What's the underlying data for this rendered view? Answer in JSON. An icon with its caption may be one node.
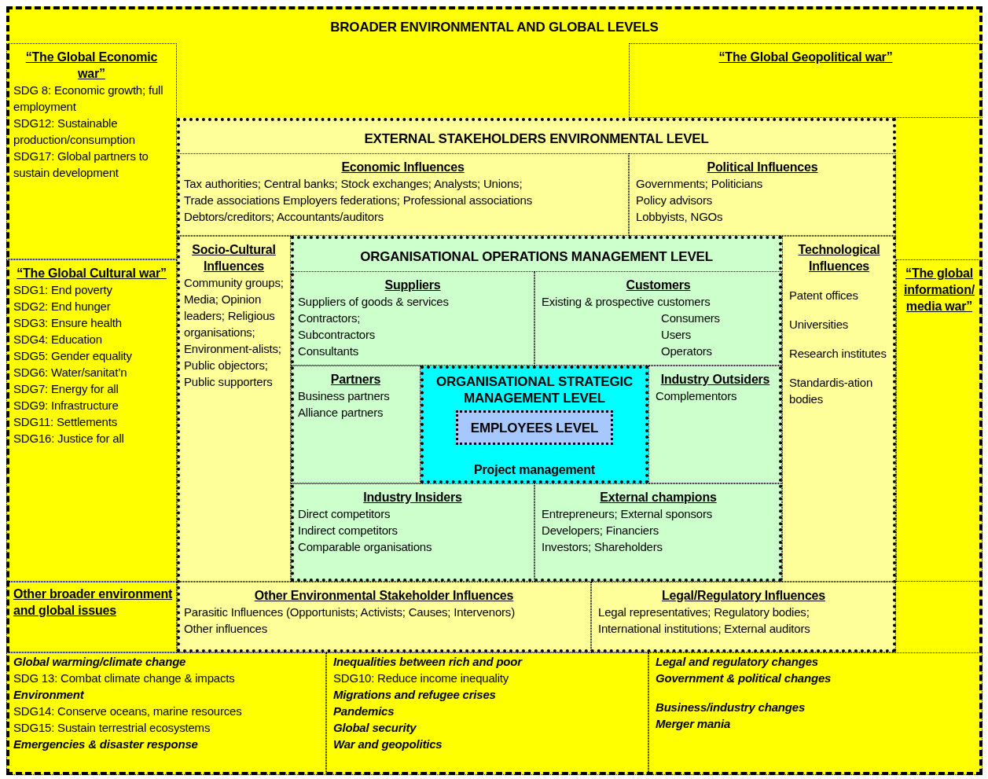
{
  "diagram": {
    "nodes": [
      {
        "text": [
          "BROADER ENVIRONMENTAL AND GLOBAL LEVELS"
        ]
      },
      {
        "text": [
          "“The Global Economic war”",
          "SDG 8: Economic growth; full employment",
          "SDG12: Sustainable production/consumption",
          "SDG17: Global partners to sustain development"
        ],
        "in": 0
      },
      {
        "text": [
          "“The Global Geopolitical war”"
        ],
        "in": 0
      },
      {
        "text": [
          "EXTERNAL STAKEHOLDERS ENVIRONMENTAL LEVEL"
        ],
        "in": 0
      },
      {
        "text": [
          "Economic Influences",
          "Tax authorities; Central banks; Stock exchanges; Analysts; Unions;",
          "Trade associations Employers federations; Professional associations",
          "Debtors/creditors; Accountants/auditors"
        ],
        "in": 3
      },
      {
        "text": [
          "Political Influences",
          "Governments; Politicians",
          "Policy advisors",
          "Lobbyists, NGOs"
        ],
        "in": 3
      },
      {
        "text": [
          "Socio-Cultural Influences",
          "Community groups; Media; Opinion leaders; Religious organisations; Environment-alists; Public objectors; Public supporters"
        ],
        "in": 3
      },
      {
        "text": [
          "ORGANISATIONAL OPERATIONS MANAGEMENT LEVEL"
        ],
        "in": 3
      },
      {
        "text": [
          "Suppliers",
          "Suppliers of goods & services",
          "Contractors;",
          "Subcontractors",
          "Consultants"
        ],
        "in": 7
      },
      {
        "text": [
          "Customers",
          "Existing & prospective customers",
          "Consumers",
          "Users",
          "Operators"
        ],
        "in": 7
      },
      {
        "text": [
          "Partners",
          "Business partners",
          "Alliance partners"
        ],
        "in": 7
      },
      {
        "text": [
          "ORGANISATIONAL STRATEGIC MANAGEMENT LEVEL",
          "Project management"
        ],
        "in": 7
      },
      {
        "text": [
          "EMPLOYEES LEVEL"
        ],
        "in": 11
      },
      {
        "text": [
          "Industry Outsiders",
          "Complementors"
        ],
        "in": 7
      },
      {
        "text": [
          "Industry Insiders",
          "Direct competitors",
          "Indirect competitors",
          "Comparable organisations"
        ],
        "in": 7
      },
      {
        "text": [
          "External champions",
          "Entrepreneurs; External sponsors",
          "Developers; Financiers",
          "Investors; Shareholders"
        ],
        "in": 7
      },
      {
        "text": [
          "Technological Influences",
          "Patent offices",
          "Universities",
          "Research institutes",
          "Standardis-ation bodies"
        ],
        "in": 3
      },
      {
        "text": [
          "Other Environmental Stakeholder Influences",
          "Parasitic Influences (Opportunists; Activists; Causes; Intervenors)",
          "Other influences"
        ],
        "in": 3
      },
      {
        "text": [
          "Legal/Regulatory Influences",
          "Legal representatives; Regulatory bodies;",
          "International institutions; External auditors"
        ],
        "in": 3
      },
      {
        "text": [
          "“The Global Cultural war”",
          "SDG1: End poverty",
          "SDG2: End hunger",
          "SDG3: Ensure health",
          "SDG4: Education",
          "SDG5: Gender equality",
          "SDG6: Water/sanitat’n",
          "SDG7: Energy for all",
          "SDG9: Infrastructure",
          "SDG11: Settlements",
          "SDG16: Justice for all"
        ],
        "in": 0
      },
      {
        "text": [
          "“The global information/ media war”"
        ],
        "in": 0
      },
      {
        "text": [
          "Other broader environment and global issues"
        ],
        "in": 0
      },
      {
        "text": [
          "Global warming/climate change",
          "SDG 13: Combat climate change & impacts",
          "Environment",
          "SDG14: Conserve oceans, marine resources",
          "SDG15: Sustain terrestrial ecosystems",
          "Emergencies & disaster response"
        ],
        "in": 0
      },
      {
        "text": [
          "Inequalities between rich and poor",
          "SDG10: Reduce income inequality",
          "Migrations and refugee crises",
          "Pandemics",
          "Global security",
          "War and geopolitics"
        ],
        "in": 0
      },
      {
        "text": [
          "Legal and regulatory changes",
          "Government & political changes",
          "Business/industry changes",
          "Merger mania"
        ],
        "in": 0
      }
    ]
  }
}
